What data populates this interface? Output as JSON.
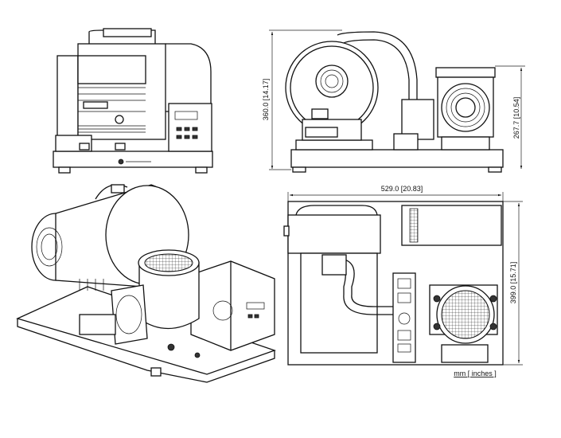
{
  "dimensions": {
    "height_total": "360.0 [14.17]",
    "height_pump": "267.7 [10.54]",
    "width_total": "529.0 [20.83]",
    "depth_total": "399.0 [15.71]",
    "units": "mm [ inches ]"
  },
  "views": [
    "front-view",
    "side-view",
    "isometric-view",
    "top-view"
  ]
}
